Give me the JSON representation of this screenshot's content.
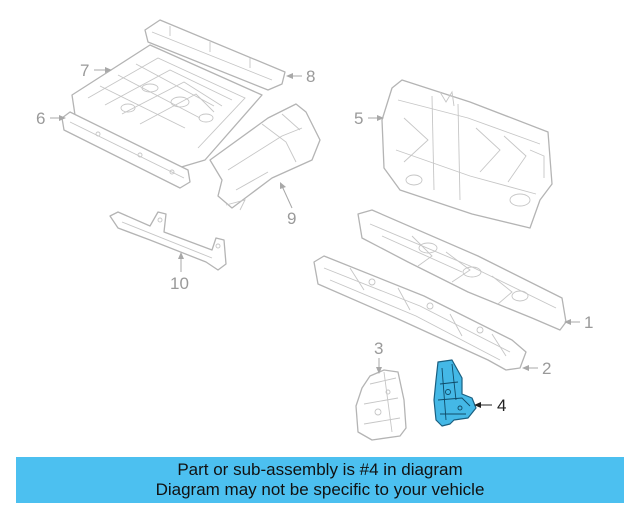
{
  "highlight_color": "#44b8e6",
  "banner": {
    "background": "#4cc0f0",
    "line1": "Part or sub-assembly is #4 in diagram",
    "line2": "Diagram may not be specific to your vehicle"
  },
  "diagram": {
    "highlighted_part": "4",
    "callouts": [
      {
        "id": "1",
        "label": "1"
      },
      {
        "id": "2",
        "label": "2"
      },
      {
        "id": "3",
        "label": "3"
      },
      {
        "id": "4",
        "label": "4"
      },
      {
        "id": "5",
        "label": "5"
      },
      {
        "id": "6",
        "label": "6"
      },
      {
        "id": "7",
        "label": "7"
      },
      {
        "id": "8",
        "label": "8"
      },
      {
        "id": "9",
        "label": "9"
      },
      {
        "id": "10",
        "label": "10"
      }
    ]
  }
}
